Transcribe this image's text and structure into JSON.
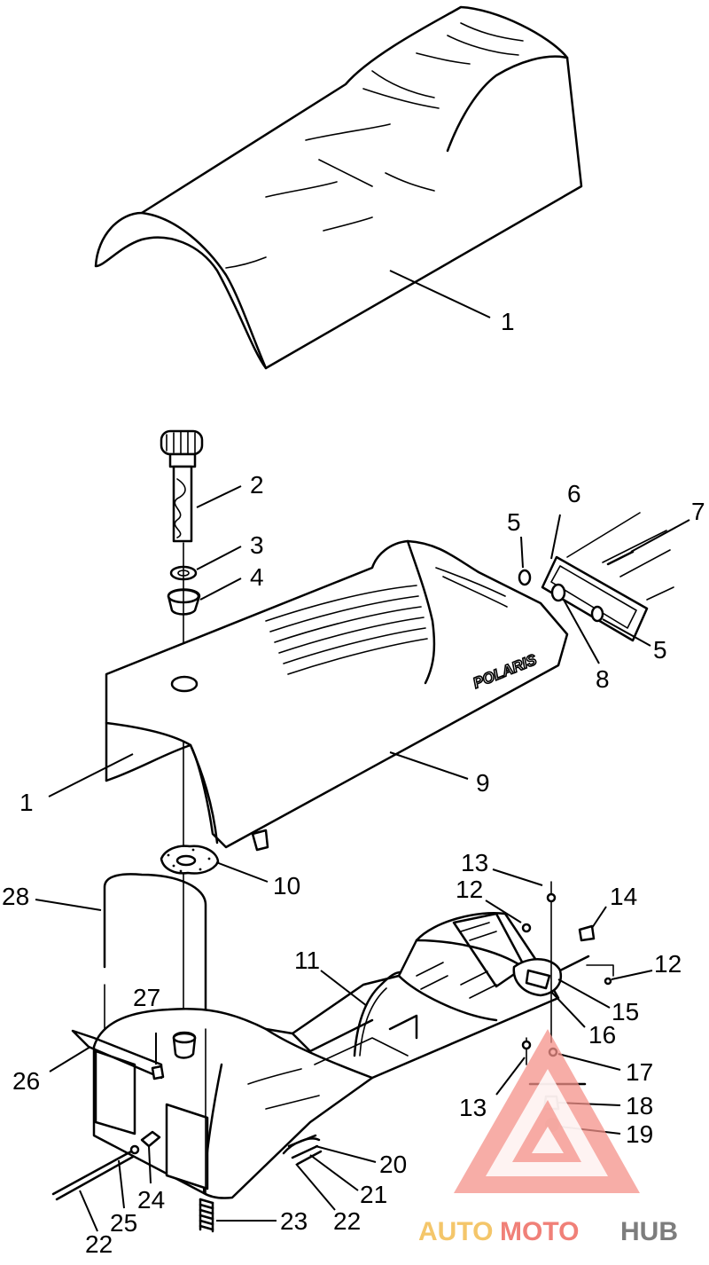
{
  "brand_text": "POLARIS",
  "watermark": {
    "auto": "AUTO",
    "moto": "MOTO",
    "hub": "HUB"
  },
  "callouts": {
    "c1_top": "1",
    "c2": "2",
    "c3": "3",
    "c4": "4",
    "c5_top": "5",
    "c6": "6",
    "c7": "7",
    "c5_bottom": "5",
    "c8": "8",
    "c1_left": "1",
    "c9": "9",
    "c10": "10",
    "c28": "28",
    "c13_top": "13",
    "c12_top": "12",
    "c14": "14",
    "c11": "11",
    "c12_right": "12",
    "c27": "27",
    "c15": "15",
    "c16": "16",
    "c26": "26",
    "c17": "17",
    "c13_bottom": "13",
    "c18": "18",
    "c19": "19",
    "c20": "20",
    "c24": "24",
    "c21": "21",
    "c25": "25",
    "c22_right": "22",
    "c23": "23",
    "c22_left": "22"
  }
}
